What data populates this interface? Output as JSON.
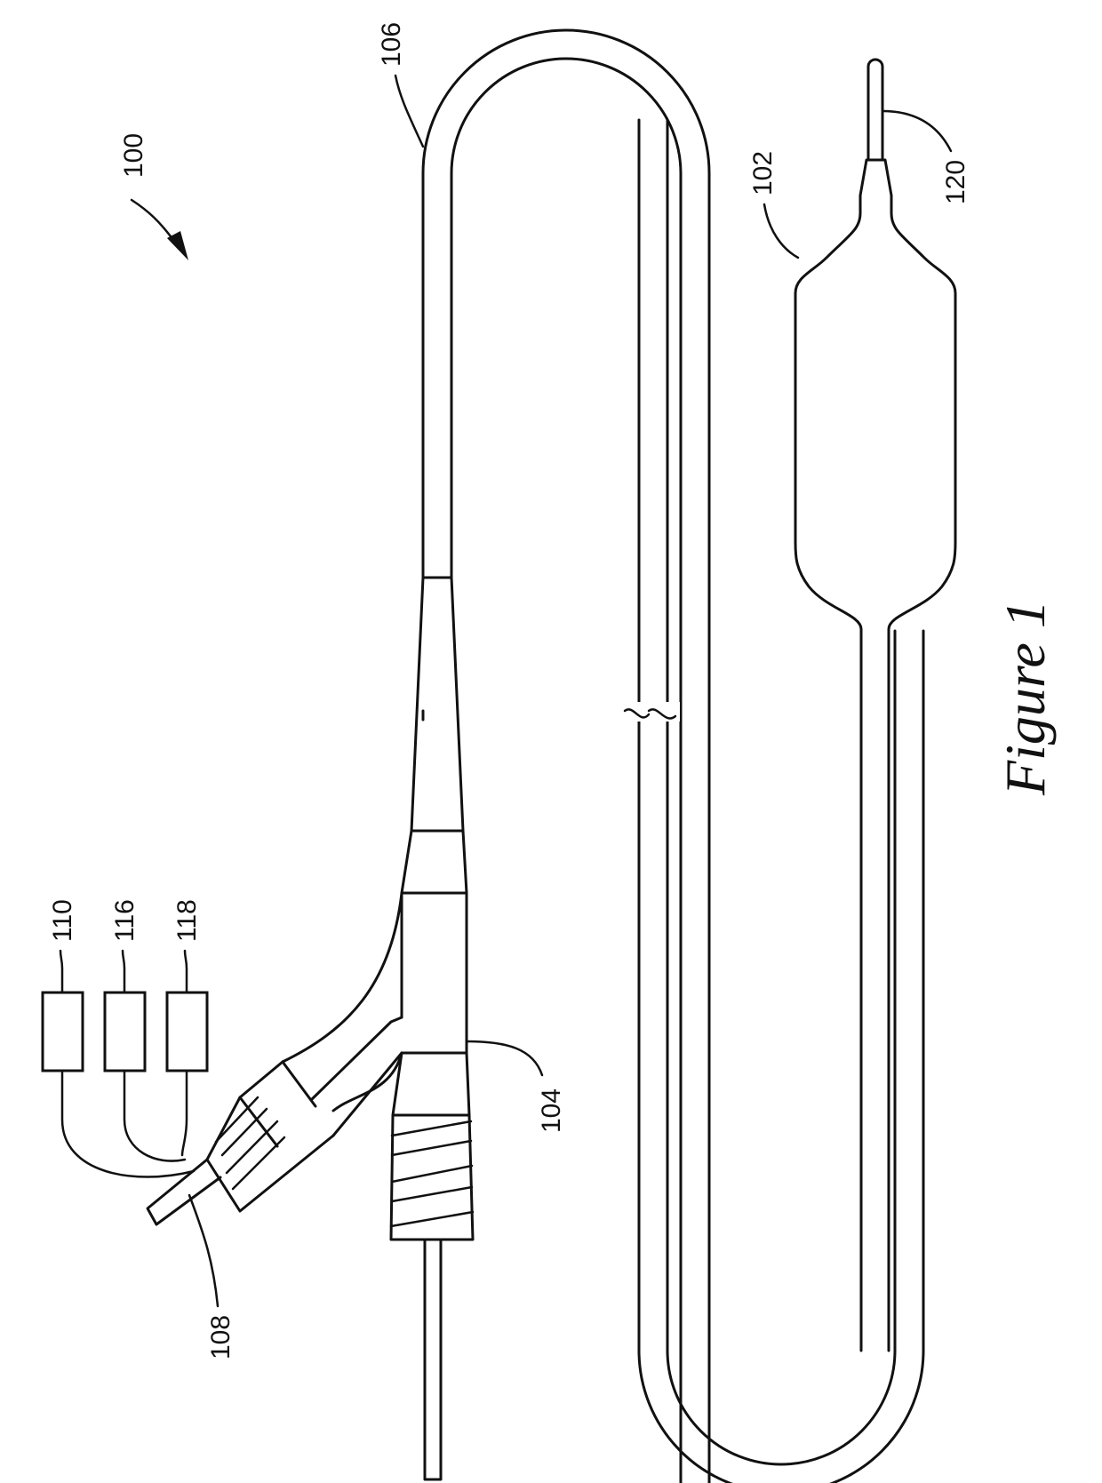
{
  "figure": {
    "caption": "Figure 1",
    "labels": {
      "assembly": "100",
      "balloon": "102",
      "hub": "104",
      "shaft": "106",
      "guidewire": "108",
      "box_a": "110",
      "box_b": "116",
      "box_c": "118",
      "tip": "120"
    }
  },
  "colors": {
    "line": "#111111",
    "background": "#ffffff"
  }
}
